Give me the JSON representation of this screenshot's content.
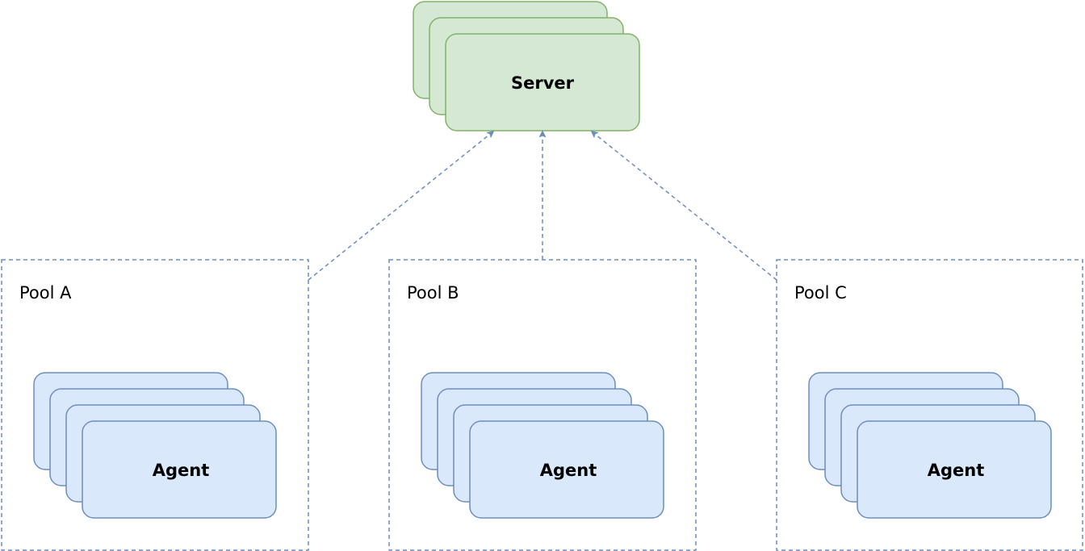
{
  "server": {
    "label": "Server",
    "fill_color": "#d5e8d4",
    "stroke_color": "#82b366",
    "stack_count": 3
  },
  "pools": [
    {
      "label": "Pool A",
      "agent_label": "Agent",
      "agent_stack_count": 4
    },
    {
      "label": "Pool B",
      "agent_label": "Agent",
      "agent_stack_count": 4
    },
    {
      "label": "Pool C",
      "agent_label": "Agent",
      "agent_stack_count": 4
    }
  ],
  "agent_style": {
    "fill_color": "#dae8fc",
    "stroke_color": "#6c8ebf"
  },
  "connector_style": {
    "color": "#6c8ebf",
    "dashed": true,
    "direction": "pool-to-server"
  }
}
